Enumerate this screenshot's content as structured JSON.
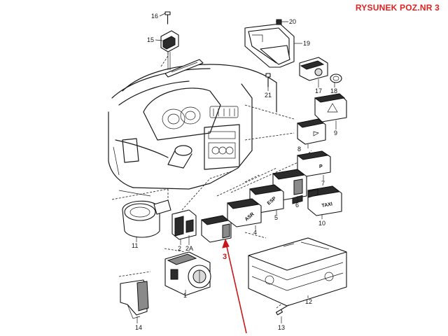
{
  "title": "RYSUNEK POZ.NR 3",
  "colors": {
    "title": "#e0201f",
    "pointer": "#c8171a",
    "line": "#1a1a1a"
  },
  "callouts": {
    "c1": "1",
    "c2": "2",
    "c2a": "2A",
    "c3": "3",
    "c4": "4",
    "c5": "5",
    "c6": "6",
    "c7": "7",
    "c8": "8",
    "c9": "9",
    "c10": "10",
    "c11": "11",
    "c12": "12",
    "c13": "13",
    "c14": "14",
    "c15": "15",
    "c16": "16",
    "c17": "17",
    "c18": "18",
    "c19": "19",
    "c20": "20",
    "c21": "21"
  },
  "switch_labels": {
    "asr": "ASR",
    "esp": "ESP",
    "taxi": "TAXI",
    "p": "P"
  },
  "highlight_callout": "3"
}
